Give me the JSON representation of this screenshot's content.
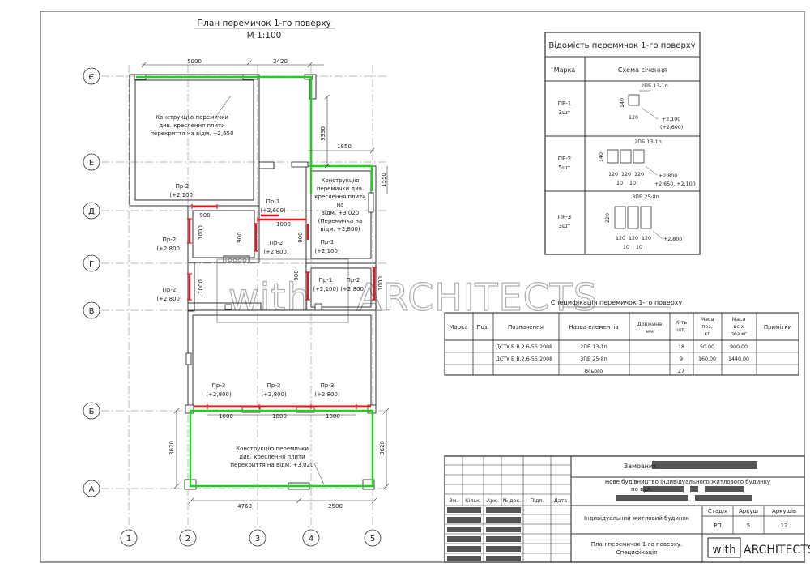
{
  "plan": {
    "title": "План перемичок 1-го поверху",
    "scale": "М 1:100",
    "axes_rows": [
      "Є",
      "Е",
      "Д",
      "Г",
      "В",
      "Б",
      "А"
    ],
    "axes_cols": [
      "1",
      "2",
      "3",
      "4",
      "5"
    ],
    "dims": {
      "top_1": "5000",
      "top_2": "2420",
      "top_3": "1850",
      "v_3330": "3330",
      "v_1550": "1550",
      "lintel_spacing": [
        "1800",
        "1800",
        "1800"
      ],
      "v_left": "3620",
      "v_right": "3620",
      "bottom_1": "4760",
      "bottom_2": "2500",
      "d900a": "900",
      "d900b": "900",
      "d900c": "900",
      "d900d": "900",
      "d1000a": "1000",
      "d1000b": "1000",
      "d1000c": "1000",
      "d1000d": "1000"
    },
    "notes": {
      "top_left": [
        "Конструкцію перемички",
        "див. креслення плити",
        "перекриття на відм. +2,650"
      ],
      "right_room": [
        "Конструкцію",
        "перемички див.",
        "креслення плити",
        "на",
        "відм. +3,020",
        "(Перемичка на",
        "відм. +2,800)"
      ],
      "bottom": [
        "Конструкцію перемички",
        "див. креслення плити",
        "перекриття на відм. +3,020"
      ]
    },
    "labels": [
      {
        "mark": "Пр-2",
        "elev": "(+2,100)"
      },
      {
        "mark": "Пр-1",
        "elev": "(+2,600)"
      },
      {
        "mark": "Пр-2",
        "elev": "(+2,800)"
      },
      {
        "mark": "Пр-2",
        "elev": "(+2,800)"
      },
      {
        "mark": "Пр-1",
        "elev": "(+2,100)"
      },
      {
        "mark": "Пр-2",
        "elev": "(+2,800)"
      },
      {
        "mark": "Пр-1",
        "elev": "(+2,100)"
      },
      {
        "mark": "Пр-2",
        "elev": "(+2,800)"
      },
      {
        "mark": "Пр-3",
        "elev": "(+2,800)"
      },
      {
        "mark": "Пр-3",
        "elev": "(+2,800)"
      },
      {
        "mark": "Пр-3",
        "elev": "(+2,800)"
      }
    ]
  },
  "watermark": {
    "left": "with",
    "right": "ARCHITECTS"
  },
  "vidomist": {
    "title": "Відомість перемичок 1-го поверху",
    "col_mark": "Марка",
    "col_scheme": "Схема січення",
    "rows": [
      {
        "mark": "ПР-1",
        "qty": "3шт",
        "profile": "2ПБ 13-1п",
        "h": "140",
        "w": [
          "120"
        ],
        "e1": "+2,100",
        "e2": "(+2,600)"
      },
      {
        "mark": "ПР-2",
        "qty": "5шт",
        "profile": "2ПБ 13-1п",
        "h": "140",
        "w": [
          "120",
          "120",
          "120"
        ],
        "gaps": [
          "10",
          "10"
        ],
        "e1": "+2,800",
        "e2": "+2,650, +2,100"
      },
      {
        "mark": "ПР-3",
        "qty": "3шт",
        "profile": "3ПБ 25-8п",
        "h": "220",
        "w": [
          "120",
          "120",
          "120"
        ],
        "gaps": [
          "10",
          "10"
        ],
        "e1": "+2,800"
      }
    ]
  },
  "spec": {
    "title": "Специфікація перемичок 1-го поверху",
    "headers": [
      "Марка",
      "Поз.",
      "Позначення",
      "Назва елементів",
      "Довжина мм",
      "К-ть шт.",
      "Маса поз. кг",
      "Маса всіх поз.кг",
      "Примітки"
    ],
    "rows": [
      [
        "",
        "",
        "ДСТУ Б В.2.6-55:2008",
        "2ПБ 13-1п",
        "",
        "18",
        "50.00",
        "900.00",
        ""
      ],
      [
        "",
        "",
        "ДСТУ Б В.2.6-55:2008",
        "3ПБ 25-8п",
        "",
        "9",
        "160.00",
        "1440.00",
        ""
      ],
      [
        "",
        "",
        "",
        "Всього",
        "",
        "27",
        "",
        "",
        ""
      ]
    ]
  },
  "stamp": {
    "customer_label": "Замовник:",
    "project": "Нове будівництво індивідуального житлового будинку",
    "address_prefix": "по вул.",
    "object": "Індивідуальний житловий будинок",
    "stage_h": "Стадія",
    "sheet_h": "Аркуш",
    "sheets_h": "Аркушів",
    "stage": "РП",
    "sheet": "5",
    "sheets": "12",
    "sheet_name_1": "План перемичок 1-го поверху.",
    "sheet_name_2": "Специфікація",
    "cols": [
      "Зм.",
      "Кільк.",
      "Арк.",
      "№ док.",
      "Підп.",
      "Дата"
    ],
    "logo": "with ARCHITECTS"
  },
  "colors": {
    "lintel_red": "#e8141b",
    "slab_green": "#20d020",
    "line": "#333333"
  }
}
